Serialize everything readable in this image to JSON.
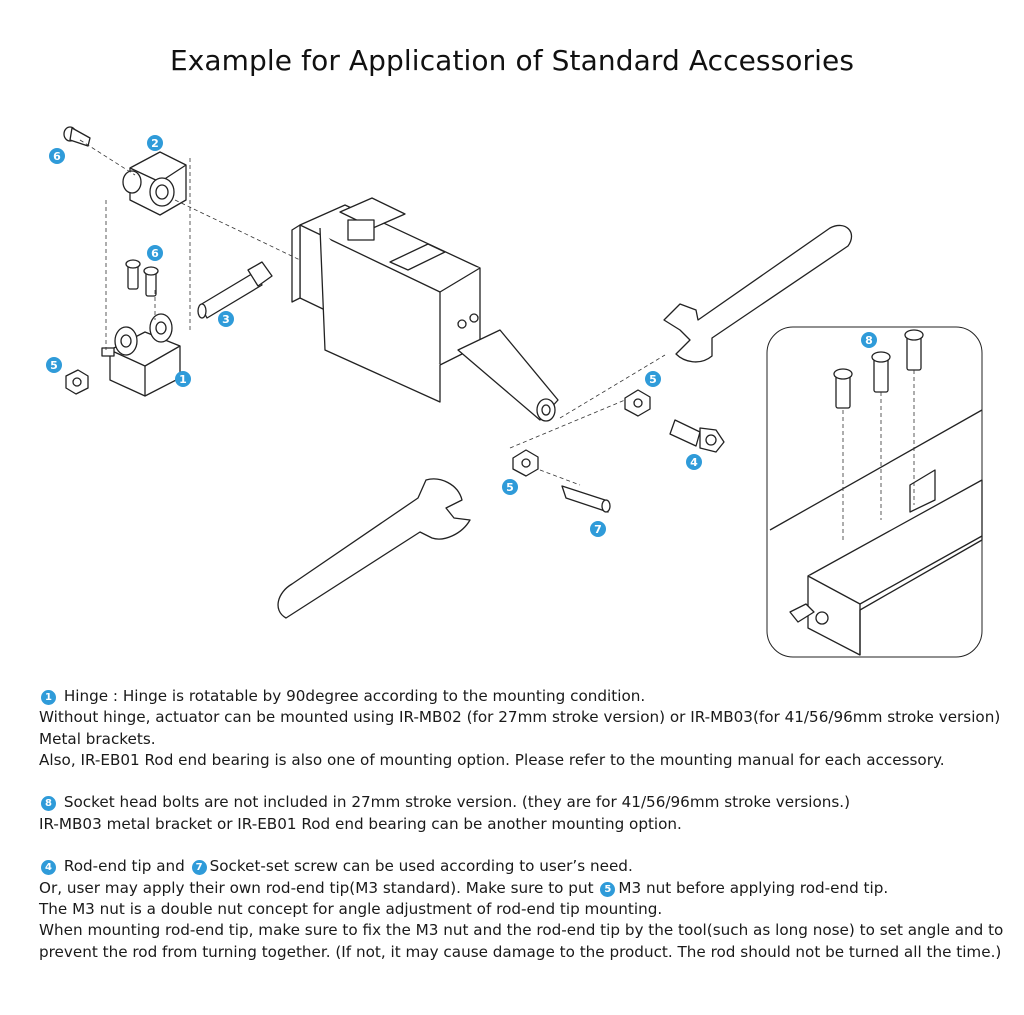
{
  "title": "Example for Application of Standard Accessories",
  "accent_color": "#2f9bd9",
  "callouts": [
    "1",
    "2",
    "3",
    "4",
    "5",
    "6",
    "7",
    "8"
  ],
  "notes": {
    "p1": {
      "num": "1",
      "line1": "Hinge : Hinge is rotatable by 90degree according to the mounting condition.",
      "line2": "Without hinge, actuator can be mounted using IR-MB02 (for 27mm stroke version) or IR-MB03(for 41/56/96mm stroke version) Metal brackets.",
      "line3": "Also, IR-EB01 Rod end bearing is also one of mounting option. Please refer to the mounting manual for each accessory."
    },
    "p2": {
      "num": "8",
      "line1": "Socket head bolts are not included in 27mm stroke version. (they are for 41/56/96mm stroke versions.)",
      "line2": "IR-MB03 metal bracket or IR-EB01 Rod end bearing can be another mounting option."
    },
    "p3": {
      "num_a": "4",
      "text_a": "Rod-end tip and",
      "num_b": "7",
      "text_b": "Socket-set screw can be used according to user’s need.",
      "line2_pre": "Or, user may apply their own rod-end tip(M3 standard). Make sure to put",
      "num_c": "5",
      "line2_post": "M3 nut before applying rod-end tip.",
      "line3": "The M3 nut is a double nut concept for angle adjustment of rod-end tip mounting.",
      "line4": "When mounting rod-end tip, make sure to fix the M3 nut and the rod-end tip by the tool(such as long nose) to set angle and to prevent the rod from turning together. (If not, it may cause damage to the product. The rod should not be turned all the time.)"
    }
  }
}
